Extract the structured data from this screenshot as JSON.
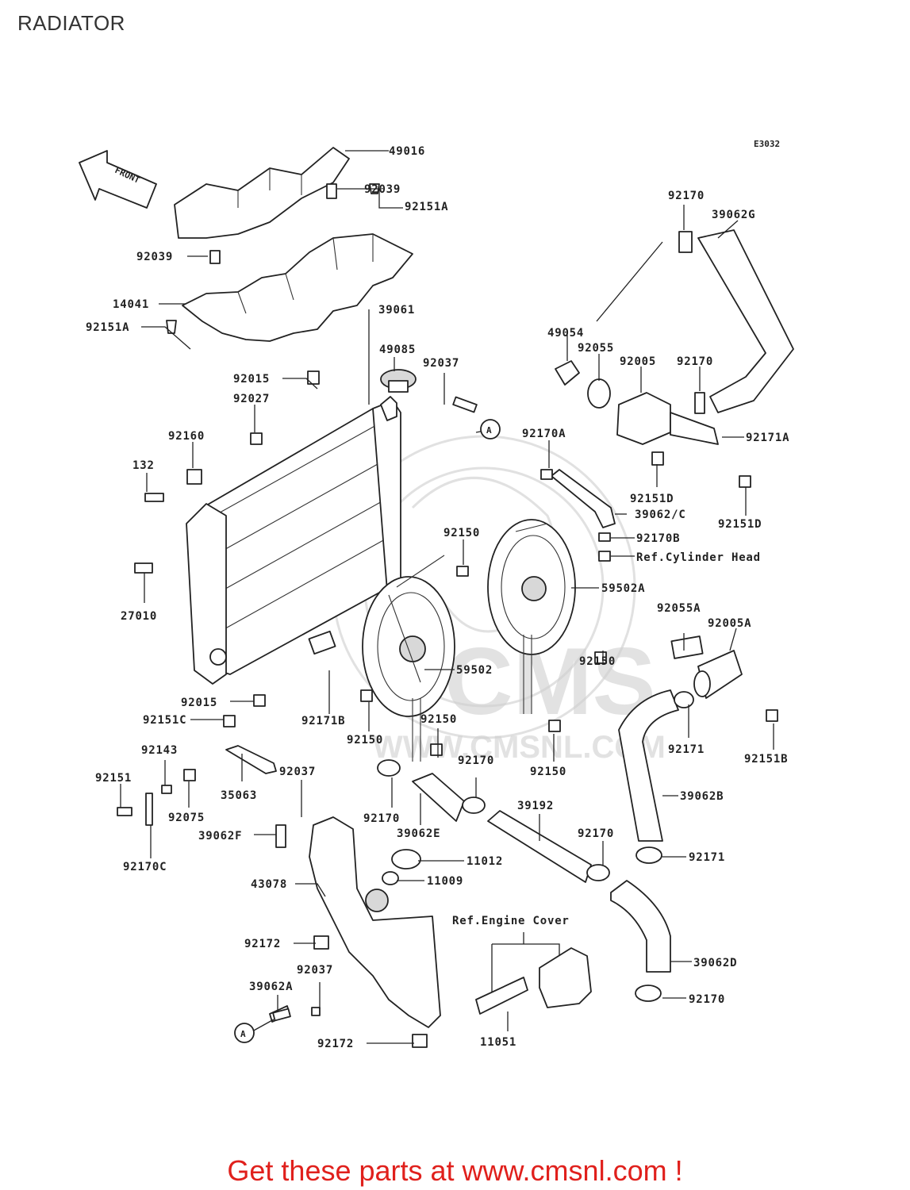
{
  "page": {
    "title": "RADIATOR",
    "diagram_code": "E3032",
    "front_label": "FRONT",
    "watermark_brand": "CMS",
    "watermark_url": "WWW.CMSNL.COM",
    "call_to_action": "Get these parts at www.cmsnl.com !",
    "accent_color": "#e0201c"
  },
  "callouts": [
    {
      "id": "c1",
      "text": "49016"
    },
    {
      "id": "c2",
      "text": "92039"
    },
    {
      "id": "c3",
      "text": "92151A"
    },
    {
      "id": "c4",
      "text": "92039"
    },
    {
      "id": "c5",
      "text": "14041"
    },
    {
      "id": "c6",
      "text": "92151A"
    },
    {
      "id": "c7",
      "text": "39061"
    },
    {
      "id": "c8",
      "text": "49085"
    },
    {
      "id": "c9",
      "text": "92037"
    },
    {
      "id": "c10",
      "text": "92015"
    },
    {
      "id": "c11",
      "text": "92027"
    },
    {
      "id": "c12",
      "text": "92160"
    },
    {
      "id": "c13",
      "text": "132"
    },
    {
      "id": "c14",
      "text": "27010"
    },
    {
      "id": "c15",
      "text": "92170"
    },
    {
      "id": "c16",
      "text": "39062G"
    },
    {
      "id": "c17",
      "text": "49054"
    },
    {
      "id": "c18",
      "text": "92055"
    },
    {
      "id": "c19",
      "text": "92005"
    },
    {
      "id": "c20",
      "text": "92170"
    },
    {
      "id": "c21",
      "text": "92171A"
    },
    {
      "id": "c22",
      "text": "92170A"
    },
    {
      "id": "c23",
      "text": "92151D"
    },
    {
      "id": "c24",
      "text": "39062/C"
    },
    {
      "id": "c25",
      "text": "92151D"
    },
    {
      "id": "c26",
      "text": "92170B"
    },
    {
      "id": "c27",
      "text": "Ref.Cylinder Head"
    },
    {
      "id": "c28",
      "text": "92150"
    },
    {
      "id": "c29",
      "text": "59502A"
    },
    {
      "id": "c30",
      "text": "92055A"
    },
    {
      "id": "c31",
      "text": "92005A"
    },
    {
      "id": "c32",
      "text": "92150"
    },
    {
      "id": "c33",
      "text": "59502"
    },
    {
      "id": "c34",
      "text": "92015"
    },
    {
      "id": "c35",
      "text": "92171B"
    },
    {
      "id": "c36",
      "text": "92150"
    },
    {
      "id": "c37",
      "text": "92150"
    },
    {
      "id": "c38",
      "text": "92150"
    },
    {
      "id": "c39",
      "text": "92171"
    },
    {
      "id": "c40",
      "text": "92151B"
    },
    {
      "id": "c41",
      "text": "92151C"
    },
    {
      "id": "c42",
      "text": "92143"
    },
    {
      "id": "c43",
      "text": "92037"
    },
    {
      "id": "c44",
      "text": "92151"
    },
    {
      "id": "c45",
      "text": "92075"
    },
    {
      "id": "c46",
      "text": "35063"
    },
    {
      "id": "c47",
      "text": "92170"
    },
    {
      "id": "c48",
      "text": "92170"
    },
    {
      "id": "c49",
      "text": "39062E"
    },
    {
      "id": "c50",
      "text": "39192"
    },
    {
      "id": "c51",
      "text": "92170"
    },
    {
      "id": "c52",
      "text": "39062B"
    },
    {
      "id": "c53",
      "text": "39062F"
    },
    {
      "id": "c54",
      "text": "92170C"
    },
    {
      "id": "c55",
      "text": "11012"
    },
    {
      "id": "c56",
      "text": "11009"
    },
    {
      "id": "c57",
      "text": "92171"
    },
    {
      "id": "c58",
      "text": "43078"
    },
    {
      "id": "c59",
      "text": "Ref.Engine Cover"
    },
    {
      "id": "c60",
      "text": "92172"
    },
    {
      "id": "c61",
      "text": "39062D"
    },
    {
      "id": "c62",
      "text": "92037"
    },
    {
      "id": "c63",
      "text": "39062A"
    },
    {
      "id": "c64",
      "text": "92170"
    },
    {
      "id": "c65",
      "text": "92172"
    },
    {
      "id": "c66",
      "text": "11051"
    },
    {
      "id": "c67",
      "text": "A"
    },
    {
      "id": "c68",
      "text": "A"
    }
  ]
}
